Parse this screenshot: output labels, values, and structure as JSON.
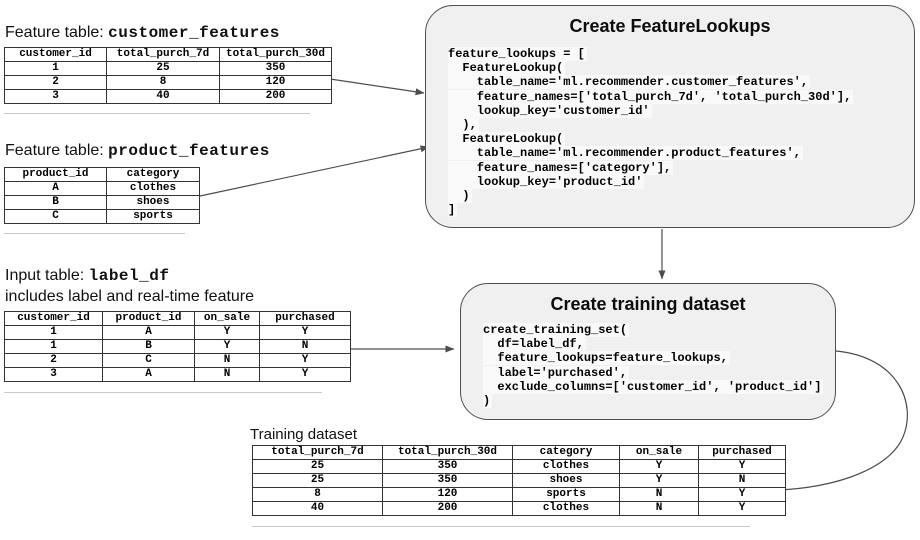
{
  "customer_table": {
    "title_prefix": "Feature table: ",
    "title_code": "customer_features",
    "headers": [
      "customer_id",
      "total_purch_7d",
      "total_purch_30d"
    ],
    "rows": [
      [
        "1",
        "25",
        "350"
      ],
      [
        "2",
        "8",
        "120"
      ],
      [
        "3",
        "40",
        "200"
      ]
    ]
  },
  "product_table": {
    "title_prefix": "Feature table: ",
    "title_code": "product_features",
    "headers": [
      "product_id",
      "category"
    ],
    "rows": [
      [
        "A",
        "clothes"
      ],
      [
        "B",
        "shoes"
      ],
      [
        "C",
        "sports"
      ]
    ]
  },
  "label_table": {
    "title_prefix": "Input table: ",
    "title_code": "label_df",
    "subtitle": "includes label and real-time feature",
    "headers": [
      "customer_id",
      "product_id",
      "on_sale",
      "purchased"
    ],
    "rows": [
      [
        "1",
        "A",
        "Y",
        "Y"
      ],
      [
        "1",
        "B",
        "Y",
        "N"
      ],
      [
        "2",
        "C",
        "N",
        "Y"
      ],
      [
        "3",
        "A",
        "N",
        "Y"
      ]
    ]
  },
  "training_table": {
    "title": "Training dataset",
    "headers": [
      "total_purch_7d",
      "total_purch_30d",
      "category",
      "on_sale",
      "purchased"
    ],
    "rows": [
      [
        "25",
        "350",
        "clothes",
        "Y",
        "Y"
      ],
      [
        "25",
        "350",
        "shoes",
        "Y",
        "N"
      ],
      [
        "8",
        "120",
        "sports",
        "N",
        "Y"
      ],
      [
        "40",
        "200",
        "clothes",
        "N",
        "Y"
      ]
    ]
  },
  "lookups_box": {
    "title": "Create FeatureLookups",
    "code_lines": [
      "feature_lookups = [",
      "  FeatureLookup(",
      "    table_name='ml.recommender.customer_features',",
      "    feature_names=['total_purch_7d', 'total_purch_30d'],",
      "    lookup_key='customer_id'",
      "  ),",
      "  FeatureLookup(",
      "    table_name='ml.recommender.product_features',",
      "    feature_names=['category'],",
      "    lookup_key='product_id'",
      "  )",
      "]"
    ]
  },
  "training_box": {
    "title": "Create training dataset",
    "code_lines": [
      "create_training_set(",
      "  df=label_df,",
      "  feature_lookups=feature_lookups,",
      "  label='purchased',",
      "  exclude_columns=['customer_id', 'product_id']",
      ")"
    ]
  },
  "colors": {
    "box_fill": "#f0f0f1",
    "box_border": "#4f4f4f",
    "arrow": "#4d4d4d",
    "table_border": "#333333",
    "code_highlight": "rgba(255,255,255,0.6)"
  }
}
